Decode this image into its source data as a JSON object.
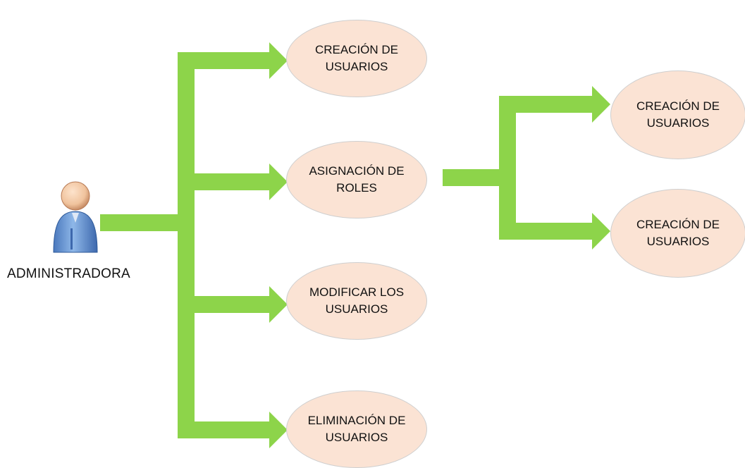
{
  "actor": {
    "label": "ADMINISTRADORA",
    "icon": "user-icon"
  },
  "nodes": [
    {
      "id": "creacion-usuarios",
      "text": "CREACIÓN DE USUARIOS"
    },
    {
      "id": "asignacion-roles",
      "text": "ASIGNACIÓN DE ROLES"
    },
    {
      "id": "modificar-usuarios",
      "text": "MODIFICAR LOS USUARIOS"
    },
    {
      "id": "eliminacion-usuarios",
      "text": "ELIMINACIÓN DE USUARIOS"
    }
  ],
  "subnodes": [
    {
      "id": "sub-1",
      "text": "CREACIÓN DE USUARIOS"
    },
    {
      "id": "sub-2",
      "text": "CREACIÓN DE USUARIOS"
    }
  ],
  "colors": {
    "arrow": "#8dd44a",
    "node_fill": "#fbe3d4",
    "node_border": "#cfcfcf",
    "actor_body": "#6b9ed8",
    "actor_head": "#f1c9a8"
  }
}
